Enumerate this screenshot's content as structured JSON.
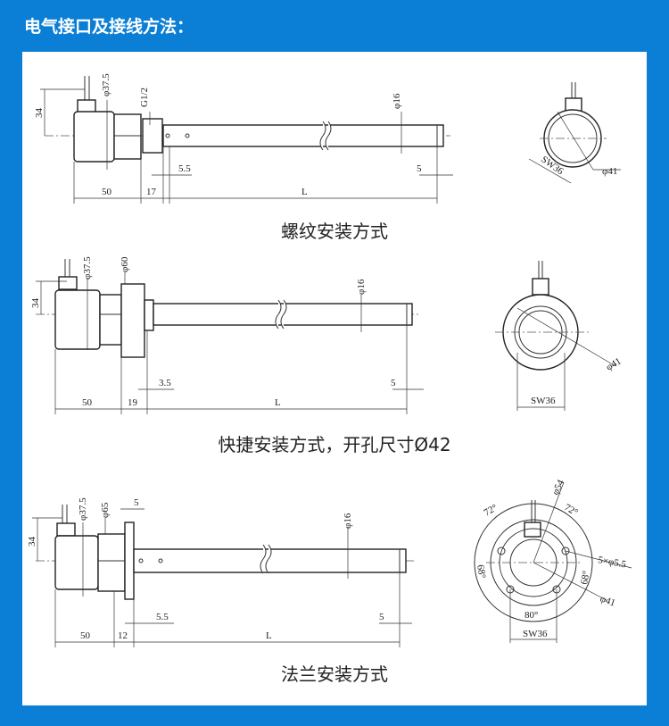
{
  "header": {
    "title": "电气接口及接线方法："
  },
  "colors": {
    "frame": "#0b7fd5",
    "panel": "#ffffff",
    "line": "#222222"
  },
  "threaded": {
    "caption": "螺纹安装方式",
    "dims": {
      "height": "34",
      "housing_dia": "φ37.5",
      "thread": "G1/2",
      "rod_dia": "φ16",
      "offset": "5.5",
      "tip": "5",
      "housing_len": "50",
      "fitting_len": "17",
      "length": "L"
    },
    "end_view": {
      "wrench": "SW36",
      "dia": "φ41"
    }
  },
  "quick": {
    "caption": "快捷安装方式，开孔尺寸Ø42",
    "dims": {
      "height": "34",
      "housing_dia": "φ37.5",
      "flange_dia": "φ60",
      "rod_dia": "φ16",
      "offset": "3.5",
      "tip": "5",
      "housing_len": "50",
      "fitting_len": "19",
      "length": "L"
    },
    "end_view": {
      "wrench": "SW36",
      "dia": "φ41"
    }
  },
  "flange": {
    "caption": "法兰安装方式",
    "dims": {
      "height": "34",
      "housing_dia": "φ37.5",
      "flange_dia": "φ65",
      "flange_thk": "5",
      "rod_dia": "φ16",
      "offset": "5.5",
      "tip": "5",
      "housing_len": "50",
      "fitting_len": "12",
      "length": "L"
    },
    "end_view": {
      "wrench": "SW36",
      "dia": "φ41",
      "bolt_circle": "φ54",
      "holes": "5×φ5.5",
      "angle_top_left": "72°",
      "angle_top_right": "72°",
      "angle_left": "68°",
      "angle_right": "68°",
      "angle_bottom": "80°"
    }
  }
}
